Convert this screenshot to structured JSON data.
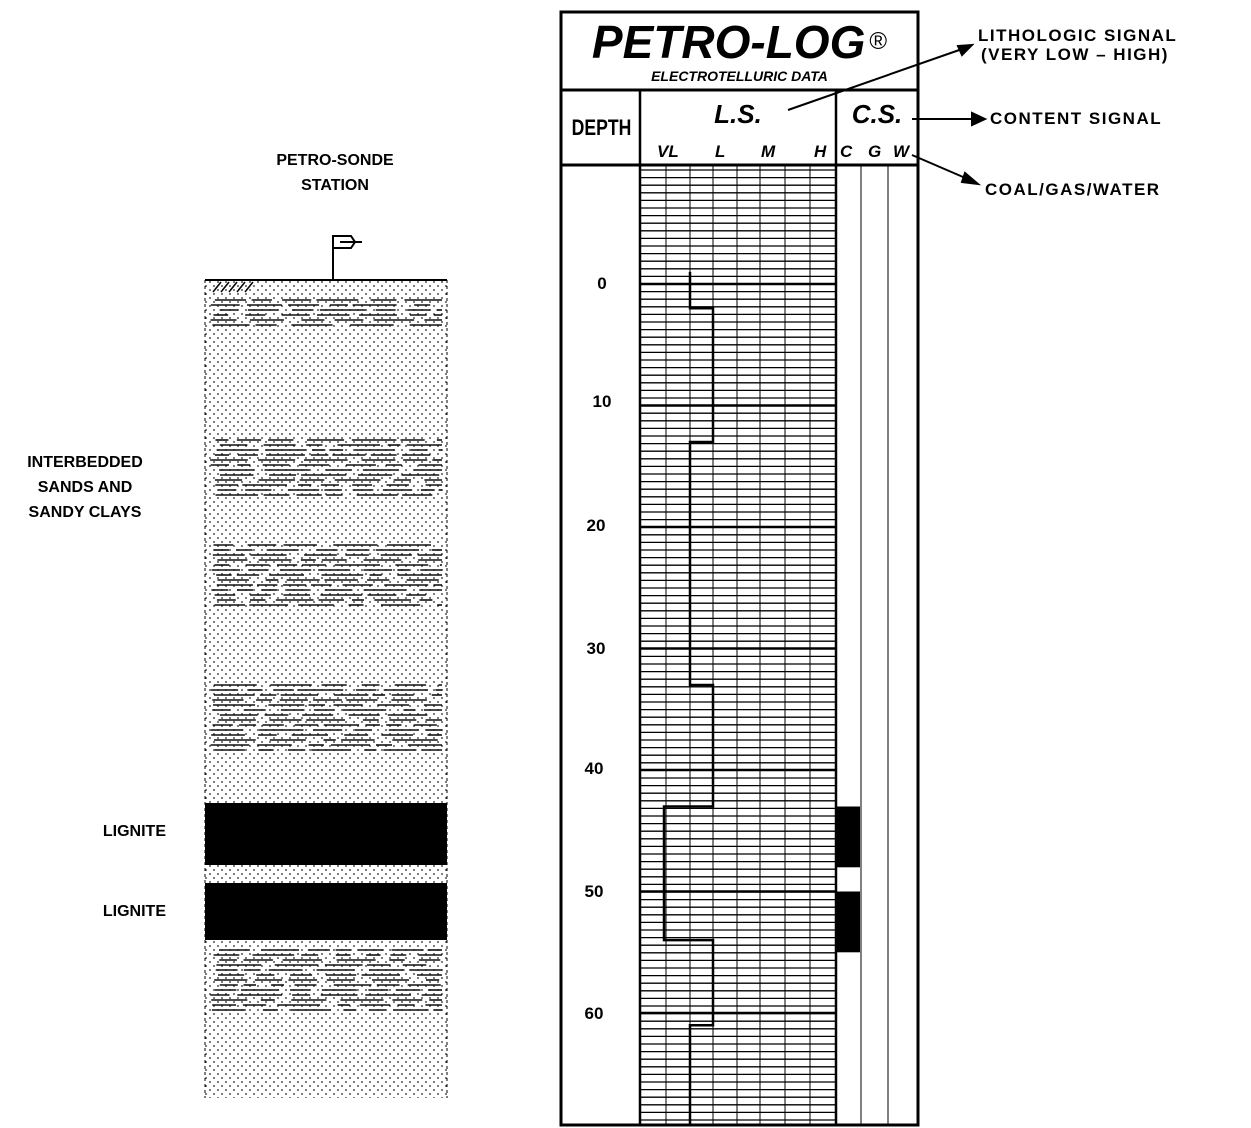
{
  "station": {
    "line1": "PETRO-SONDE",
    "line2": "STATION"
  },
  "formation_label": [
    "INTERBEDDED",
    "SANDS AND",
    "SANDY CLAYS"
  ],
  "lignite_labels": [
    "LIGNITE",
    "LIGNITE"
  ],
  "log": {
    "title": "PETRO-LOG",
    "registered": "®",
    "subtitle": "ELECTROTELLURIC DATA",
    "depth_header": "DEPTH",
    "ls_header": "L.S.",
    "cs_header": "C.S.",
    "ls_columns": [
      "VL",
      "L",
      "M",
      "H"
    ],
    "cs_columns": [
      "C",
      "G",
      "W"
    ],
    "depth_ticks": [
      "0",
      "10",
      "20",
      "30",
      "40",
      "50",
      "60"
    ]
  },
  "callouts": {
    "lithologic_line1": "LITHOLOGIC SIGNAL",
    "lithologic_line2": "(VERY LOW – HIGH)",
    "content_signal": "CONTENT SIGNAL",
    "coal_gas_water": "COAL/GAS/WATER"
  },
  "chart_data": {
    "type": "step-log",
    "depth_ticks": [
      0,
      10,
      20,
      30,
      40,
      50,
      60
    ],
    "lithologic_signal_steps": [
      {
        "from_depth": -1,
        "to_depth": 2,
        "level": "VL"
      },
      {
        "from_depth": 2,
        "to_depth": 13,
        "level": "L"
      },
      {
        "from_depth": 13,
        "to_depth": 33,
        "level": "VL"
      },
      {
        "from_depth": 33,
        "to_depth": 43,
        "level": "L"
      },
      {
        "from_depth": 43,
        "to_depth": 54,
        "level": "VL-"
      },
      {
        "from_depth": 54,
        "to_depth": 61,
        "level": "L"
      },
      {
        "from_depth": 61,
        "to_depth": 70,
        "level": "VL"
      }
    ],
    "content_signal_blocks": [
      {
        "column": "C",
        "from_depth": 43,
        "to_depth": 48
      },
      {
        "column": "C",
        "from_depth": 50,
        "to_depth": 55
      }
    ]
  }
}
